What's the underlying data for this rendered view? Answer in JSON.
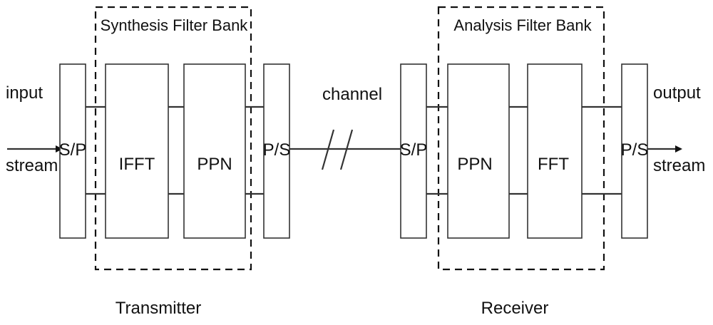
{
  "labels": {
    "input": "input",
    "input_stream": "stream",
    "output": "output",
    "output_stream": "stream",
    "channel": "channel",
    "synthesis_bank": "Synthesis Filter Bank",
    "analysis_bank": "Analysis Filter Bank",
    "transmitter": "Transmitter",
    "receiver": "Receiver"
  },
  "blocks": {
    "tx_sp": "S/P",
    "ifft": "IFFT",
    "tx_ppn": "PPN",
    "tx_ps": "P/S",
    "rx_sp": "S/P",
    "rx_ppn": "PPN",
    "fft": "FFT",
    "rx_ps": "P/S"
  }
}
